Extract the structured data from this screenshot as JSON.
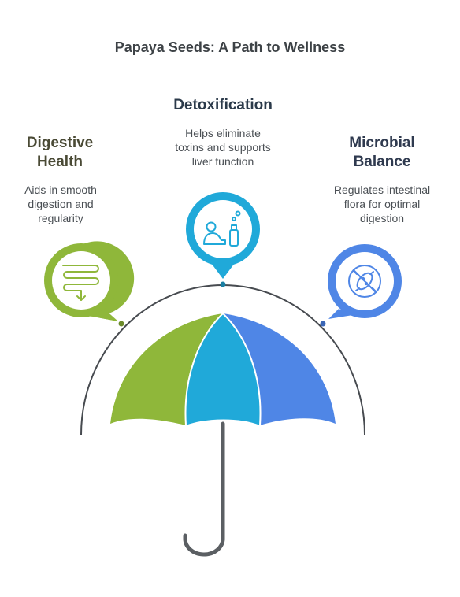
{
  "title": "Papaya Seeds: A Path to Wellness",
  "colors": {
    "digestive": "#8fb73a",
    "detox": "#20a9d9",
    "microbial": "#4f86e6",
    "arc": "#474b50",
    "handle": "#5b5f63",
    "heading_digestive": "#4a4a35",
    "heading_detox": "#2b3a4a",
    "heading_microbial": "#2f3a4f"
  },
  "sections": {
    "digestive": {
      "title_line1": "Digestive",
      "title_line2": "Health",
      "desc_line1": "Aids in smooth",
      "desc_line2": "digestion and",
      "desc_line3": "regularity",
      "icon": "intestine-icon"
    },
    "detox": {
      "title": "Detoxification",
      "desc_line1": "Helps eliminate",
      "desc_line2": "toxins and supports",
      "desc_line3": "liver function",
      "icon": "person-bottle-icon"
    },
    "microbial": {
      "title_line1": "Microbial",
      "title_line2": "Balance",
      "desc_line1": "Regulates intestinal",
      "desc_line2": "flora for optimal",
      "desc_line3": "digestion",
      "icon": "no-bacteria-icon"
    }
  }
}
